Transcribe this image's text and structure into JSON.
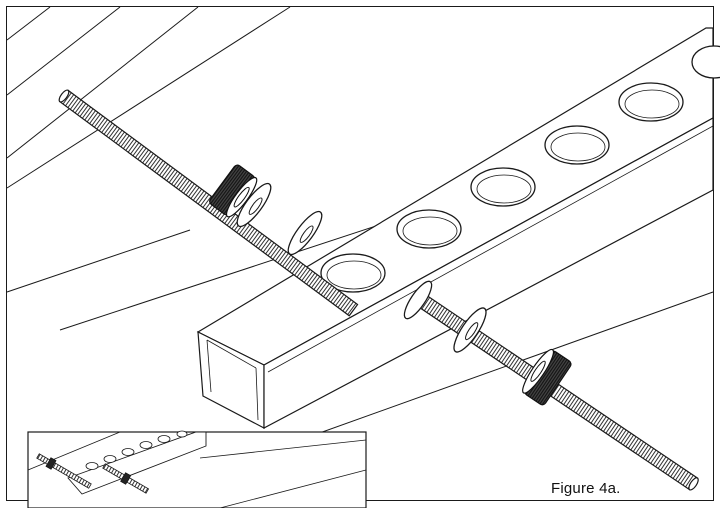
{
  "figure": {
    "caption": "Figure 4a.",
    "colors": {
      "line": "#1a1a1a",
      "background": "#ffffff",
      "nut": "#222222"
    },
    "parts": {
      "beam": {
        "visible_holes": 6
      },
      "threaded_rods": 2,
      "knurled_nuts": 2,
      "washers_per_rod": 2
    },
    "inset": {
      "description_icon": "detail-view"
    }
  }
}
